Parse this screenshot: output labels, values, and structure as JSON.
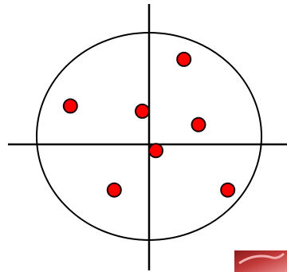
{
  "colors": {
    "background": "#ffffff",
    "stroke": "#000000",
    "point_fill": "#ff0000",
    "point_stroke": "#1a0000",
    "swatch_dark": "#8c1a1a",
    "swatch_mid": "#c23a3a",
    "swatch_light": "#e88888"
  },
  "points": [
    {
      "id": "p1",
      "x": 0.31,
      "y": 0.82
    },
    {
      "id": "p2",
      "x": -0.7,
      "y": 0.37
    },
    {
      "id": "p3",
      "x": -0.06,
      "y": 0.32
    },
    {
      "id": "p4",
      "x": 0.44,
      "y": 0.19
    },
    {
      "id": "p5",
      "x": 0.06,
      "y": -0.06
    },
    {
      "id": "p6",
      "x": -0.31,
      "y": -0.44
    },
    {
      "id": "p7",
      "x": 0.7,
      "y": -0.44
    }
  ],
  "decoration": {
    "corner_swatch": "red-texture-thumbnail"
  }
}
